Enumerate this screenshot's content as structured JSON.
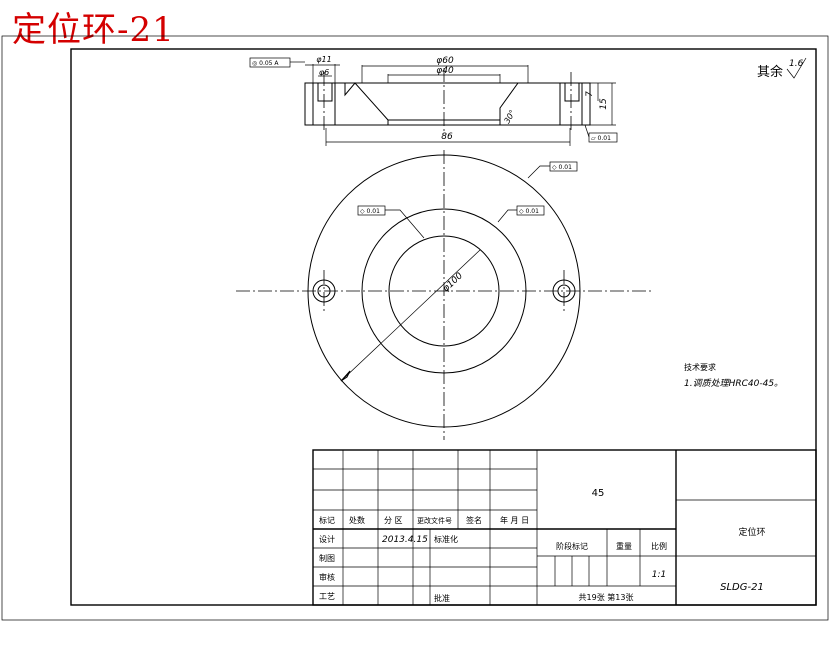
{
  "stamp_title": "定位环-21",
  "surface_note": {
    "prefix": "其余",
    "roughness": "1.6"
  },
  "dimensions": {
    "d60": "φ60",
    "d40": "φ40",
    "d11": "φ11",
    "d6": "φ6",
    "len86": "86",
    "h7": "7",
    "h15": "15",
    "chamfer": "30°",
    "d100": "φ100"
  },
  "tolerance_labels": {
    "top_left": "◎ 0.05 A",
    "datum_right": "▱ 0.01",
    "t1": "◇ 0.01",
    "t2": "◇ 0.01",
    "t3": "◇ 0.01"
  },
  "tech_requirements": {
    "heading": "技术要求",
    "item1": "1.调质处理HRC40-45。"
  },
  "title_block": {
    "material": "45",
    "part_name": "定位环",
    "drawing_no": "SLDG-21",
    "scale": "1:1",
    "sheet_info": "共19张  第13张",
    "headers": {
      "mark": "标记",
      "count": "处数",
      "zone": "分 区",
      "change_doc": "更改文件号",
      "sign": "签名",
      "date": "年 月 日",
      "design": "设计",
      "design_date": "2013.4.15",
      "standardize": "标准化",
      "draw": "制图",
      "review": "审核",
      "process": "工艺",
      "approve": "批准",
      "stage_mark": "阶段标记",
      "weight": "重量",
      "ratio": "比例"
    }
  }
}
